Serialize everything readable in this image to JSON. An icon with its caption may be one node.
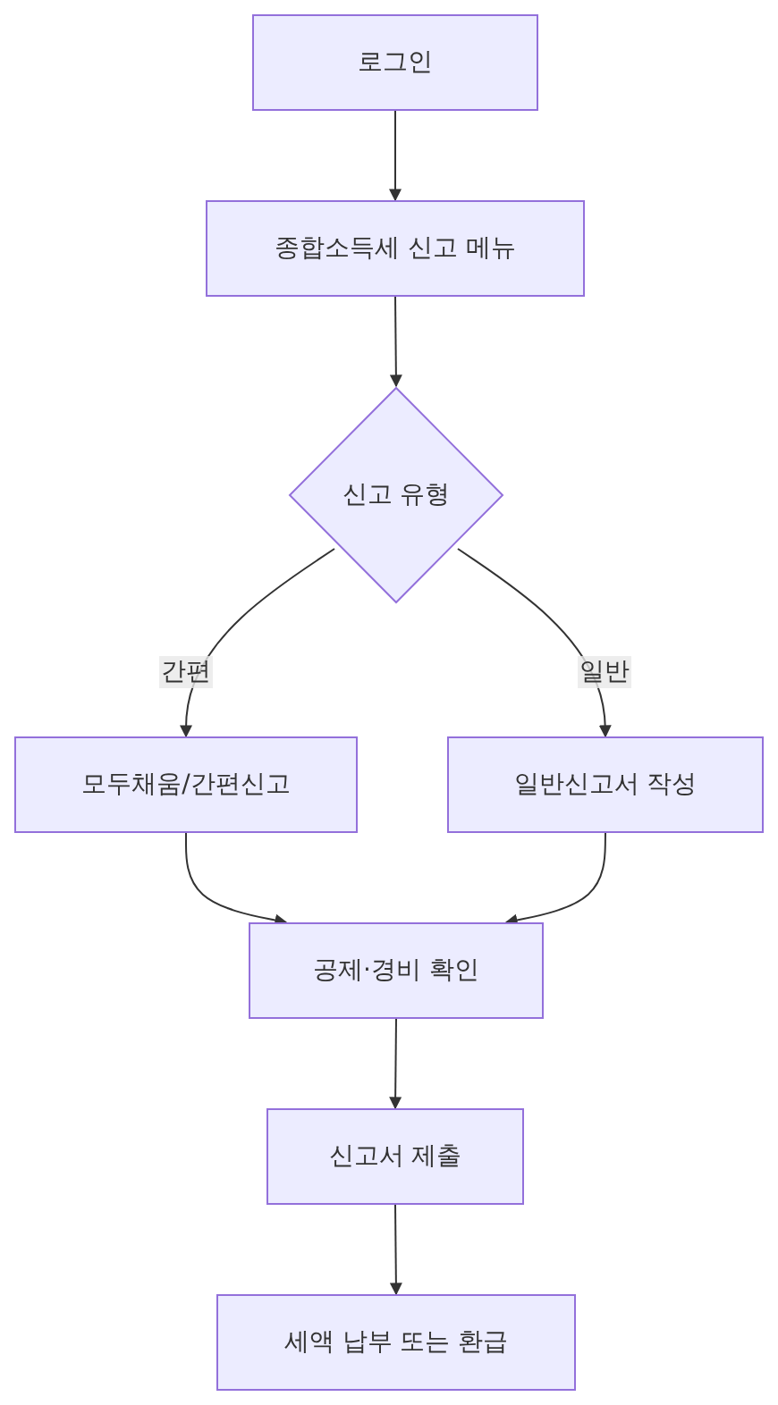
{
  "diagram": {
    "nodes": [
      {
        "text": [
          "로그인"
        ]
      },
      {
        "text": [
          "종합소득세 신고 메뉴"
        ]
      },
      {
        "text": [
          "신고 유형"
        ]
      },
      {
        "text": [
          "모두채움/간편신고"
        ]
      },
      {
        "text": [
          "일반신고서 작성"
        ]
      },
      {
        "text": [
          "공제·경비 확인"
        ]
      },
      {
        "text": [
          "신고서 제출"
        ]
      },
      {
        "text": [
          "세액 납부 또는 환급"
        ]
      }
    ],
    "edges": [
      {
        "from": 0,
        "to": 1,
        "arrow": "to"
      },
      {
        "from": 1,
        "to": 2,
        "arrow": "to"
      },
      {
        "from": 2,
        "to": 3,
        "arrow": "to",
        "label": "간편"
      },
      {
        "from": 2,
        "to": 4,
        "arrow": "to",
        "label": "일반"
      },
      {
        "from": 3,
        "to": 5,
        "arrow": "to"
      },
      {
        "from": 4,
        "to": 5,
        "arrow": "to"
      },
      {
        "from": 5,
        "to": 6,
        "arrow": "to"
      },
      {
        "from": 6,
        "to": 7,
        "arrow": "to"
      }
    ]
  }
}
